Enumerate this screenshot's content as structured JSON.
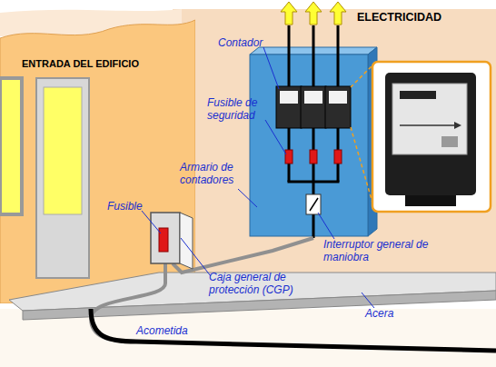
{
  "diagram": {
    "nodes": [
      {
        "text": [
          "ENTRADA DEL EDIFICIO"
        ]
      }
    ],
    "labels": [
      "ELECTRICIDAD",
      "Contador",
      "Fusible de seguridad",
      "Armario de contadores",
      "Fusible",
      "Caja general de protección (CGP)",
      "Interruptor general de maniobra",
      "Acera",
      "Acometida"
    ]
  }
}
